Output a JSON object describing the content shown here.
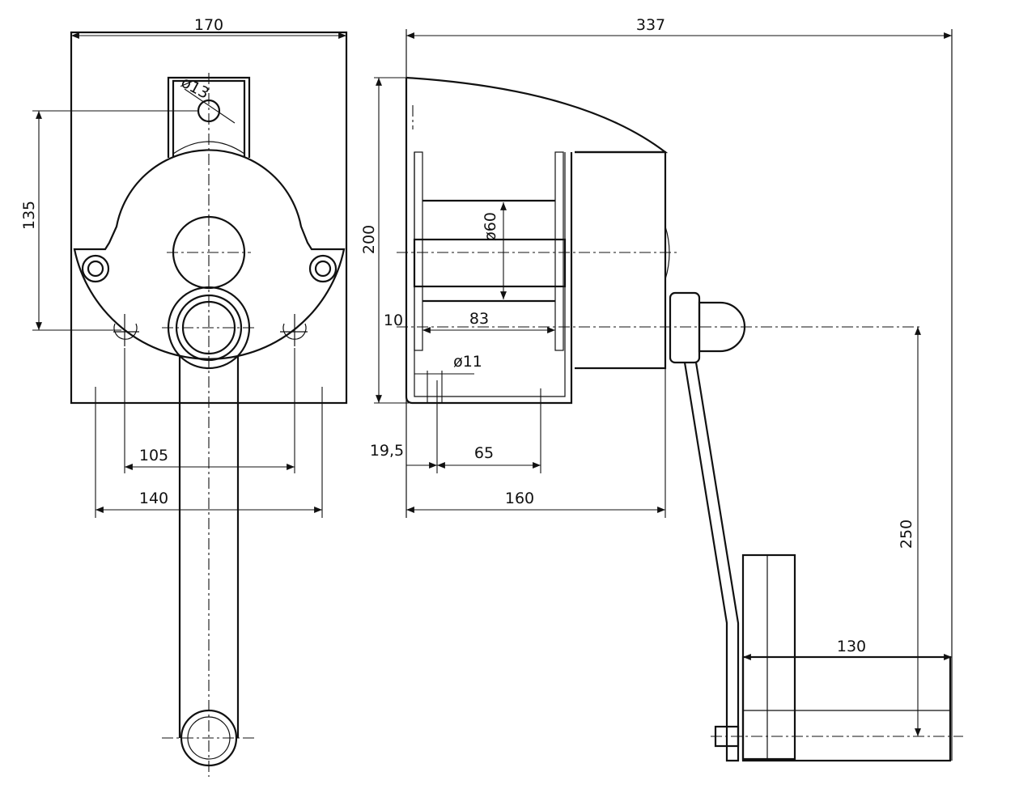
{
  "drawing": {
    "labels": {
      "width_170": "170",
      "hole_13": "ø13",
      "height_135": "135",
      "spacing_105": "105",
      "spacing_140": "140",
      "length_337": "337",
      "height_200": "200",
      "drum_60": "ø60",
      "wall_10": "10",
      "drum_83": "83",
      "hole_11": "ø11",
      "offset_19_5": "19,5",
      "spacing_65": "65",
      "depth_160": "160",
      "crank_250": "250",
      "handle_130": "130"
    }
  }
}
